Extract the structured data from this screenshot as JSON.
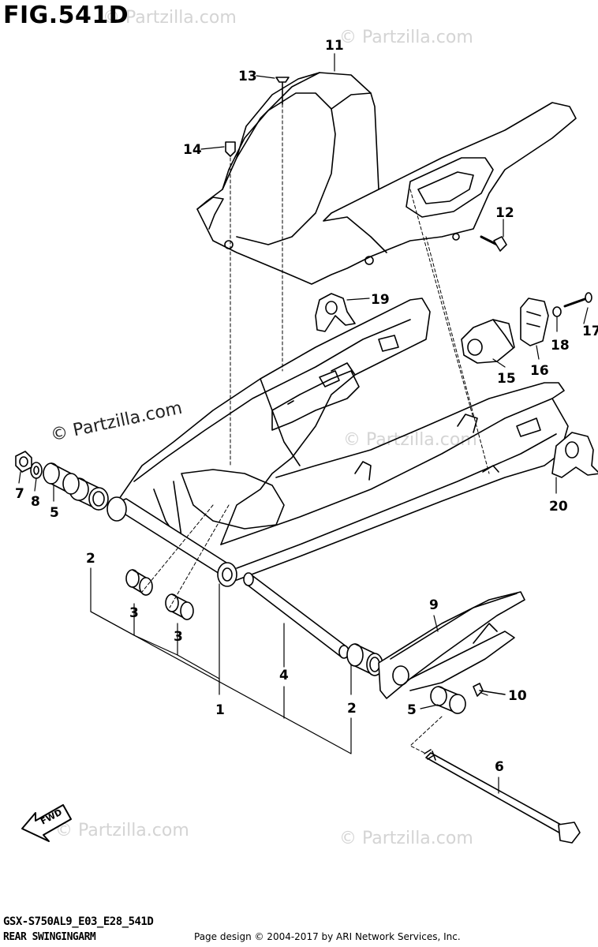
{
  "figure": {
    "title": "FIG.541D",
    "model_code": "GSX-S750AL9_E03_E28_541D",
    "name": "REAR SWINGINGARM"
  },
  "watermark": {
    "text": "© Partzilla.com"
  },
  "footer": {
    "copyright": "Page design © 2004-2017 by ARI Network Services, Inc."
  },
  "direction_arrow": {
    "label": "FWD"
  },
  "callouts": [
    {
      "id": "c11",
      "label": "11"
    },
    {
      "id": "c13",
      "label": "13"
    },
    {
      "id": "c14",
      "label": "14"
    },
    {
      "id": "c12",
      "label": "12"
    },
    {
      "id": "c19",
      "label": "19"
    },
    {
      "id": "c17",
      "label": "17"
    },
    {
      "id": "c18",
      "label": "18"
    },
    {
      "id": "c16",
      "label": "16"
    },
    {
      "id": "c15",
      "label": "15"
    },
    {
      "id": "c20",
      "label": "20"
    },
    {
      "id": "c7",
      "label": "7"
    },
    {
      "id": "c8",
      "label": "8"
    },
    {
      "id": "c5a",
      "label": "5"
    },
    {
      "id": "c2a",
      "label": "2"
    },
    {
      "id": "c3a",
      "label": "3"
    },
    {
      "id": "c3b",
      "label": "3"
    },
    {
      "id": "c9",
      "label": "9"
    },
    {
      "id": "c4",
      "label": "4"
    },
    {
      "id": "c1",
      "label": "1"
    },
    {
      "id": "c2b",
      "label": "2"
    },
    {
      "id": "c10",
      "label": "10"
    },
    {
      "id": "c5b",
      "label": "5"
    },
    {
      "id": "c6",
      "label": "6"
    }
  ]
}
